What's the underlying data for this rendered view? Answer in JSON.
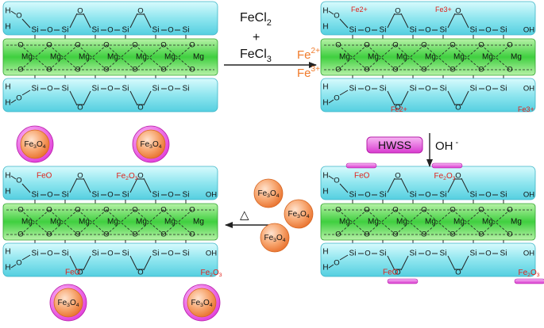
{
  "reagents": {
    "fecl2": {
      "base": "FeCl",
      "sub": "2"
    },
    "plus": "+",
    "fecl3": {
      "base": "FeCl",
      "sub": "3"
    }
  },
  "free_ions": {
    "fe2": {
      "base": "Fe",
      "sup": "2+"
    },
    "fe3": {
      "base": "Fe",
      "sup": "3+"
    }
  },
  "atom_labels": {
    "si": "Si",
    "o": "O",
    "mg": "Mg",
    "h": "H",
    "oh": "OH"
  },
  "site_labels": {
    "fe2_plus": "Fe2+",
    "fe3_plus": "Fe3+",
    "feo": "FeO",
    "fe2o3": {
      "base": "Fe",
      "sub1": "2",
      "mid": "O",
      "sub2": "3"
    }
  },
  "hwss": {
    "label": "HWSS",
    "reagent": "OH",
    "reagent_sup": "-"
  },
  "heat_symbol": "△",
  "fe3o4": {
    "base": "Fe",
    "sub1": "3",
    "mid": "O",
    "sub2": "4"
  },
  "colors": {
    "sheet_blue": "#8fe6ef",
    "sheet_green": "#3fcf3f",
    "fe_orange": "#f07a2a",
    "label_red": "#e0201a",
    "hwss_magenta": "#e23fd8",
    "ion_orange": "#f5894a"
  }
}
